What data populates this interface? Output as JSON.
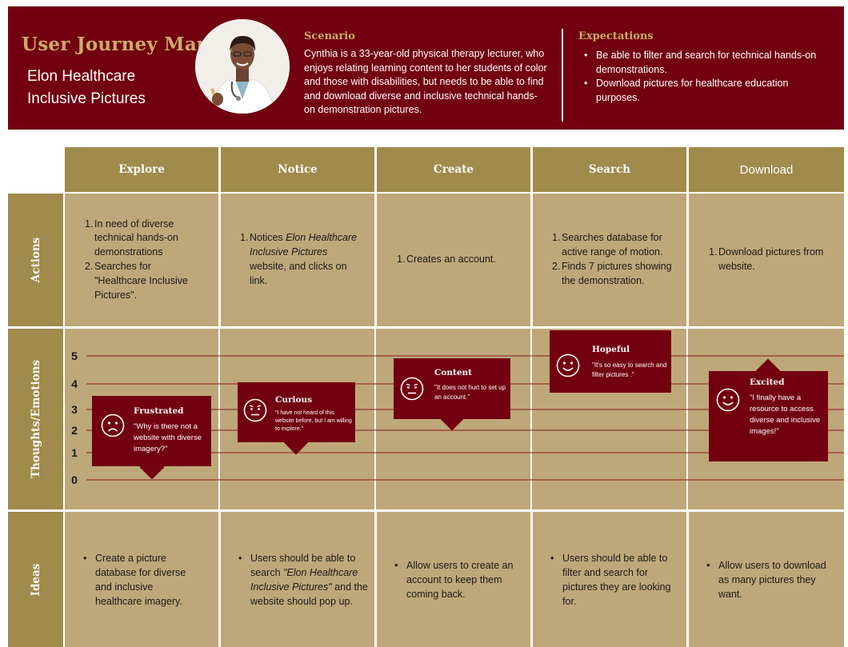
{
  "header": {
    "title": "User Journey Map",
    "subtitle_line1": "Elon Healthcare",
    "subtitle_line2": "Inclusive Pictures",
    "scenario_heading": "Scenario",
    "scenario_text": "Cynthia is a 33-year-old physical therapy lecturer, who enjoys relating learning content to her students of color and those with disabilities, but needs to be able to find and download diverse and inclusive technical hands-on demonstration pictures.",
    "expectations_heading": "Expectations",
    "expectations": [
      "Be able to filter and search for technical hands-on demonstrations.",
      "Download pictures for healthcare education purposes."
    ]
  },
  "stages": [
    "Explore",
    "Notice",
    "Create",
    "Search",
    "Download"
  ],
  "row_labels": {
    "actions": "Actions",
    "emotions": "Thoughts/Emotions",
    "ideas": "Ideas"
  },
  "actions": {
    "explore": [
      "In need of diverse technical hands-on demonstrations",
      "Searches for \"Healthcare Inclusive Pictures\"."
    ],
    "notice_italic": "Elon Healthcare Inclusive Pictures",
    "notice_prefix": "Notices ",
    "notice_suffix": " website, and clicks on link.",
    "create": [
      "Creates an account."
    ],
    "search": [
      "Searches database for active range of motion.",
      "Finds 7 pictures showing the demonstration."
    ],
    "download": [
      "Download pictures from website."
    ]
  },
  "emotions": {
    "y_ticks": [
      "5",
      "4",
      "3",
      "2",
      "1",
      "0"
    ],
    "bubbles": [
      {
        "name": "Frustrated",
        "quote": "\"Why is there not a website with diverse imagery?\"",
        "face": "sad-face-icon"
      },
      {
        "name": "Curious",
        "quote": "\"I have not heard of this website before, but I am willing to explore.\"",
        "face": "curious-face-icon"
      },
      {
        "name": "Content",
        "quote": "\"It does not hurt to set up an account.\"",
        "face": "content-face-icon"
      },
      {
        "name": "Hopeful",
        "quote": "\"It's so easy to search and filter pictures .\"",
        "face": "smile-face-icon"
      },
      {
        "name": "Excited",
        "quote": "\"I finally have a resource to access diverse and inclusive images!\"",
        "face": "smile-face-icon"
      }
    ]
  },
  "ideas": {
    "explore": "Create a picture database for diverse and inclusive healthcare imagery.",
    "notice_prefix": "Users should be able to search ",
    "notice_italic": "\"Elon Healthcare Inclusive Pictures\"",
    "notice_suffix": " and the website should pop up.",
    "create": "Allow users to create an account to keep them coming back.",
    "search": "Users should be able to filter and search for pictures they are looking for.",
    "download": "Allow users to download as many pictures they want."
  },
  "colors": {
    "maroon": "#720010",
    "gold_header": "#a08a4c",
    "gold_cell": "#bea87a",
    "title_gold": "#c9ab6a"
  }
}
